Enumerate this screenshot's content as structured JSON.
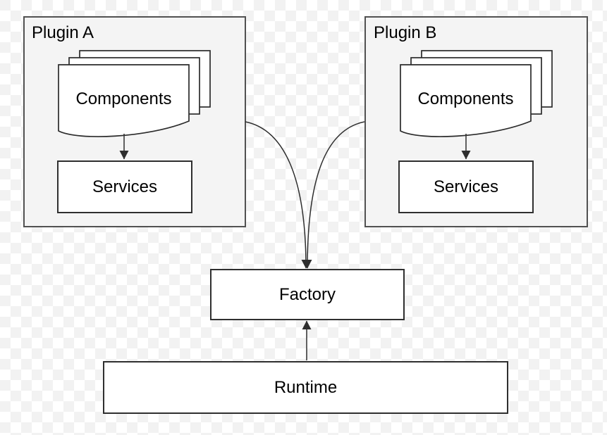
{
  "diagram": {
    "plugin_a": {
      "title": "Plugin A",
      "components_label": "Components",
      "services_label": "Services"
    },
    "plugin_b": {
      "title": "Plugin B",
      "components_label": "Components",
      "services_label": "Services"
    },
    "factory": {
      "label": "Factory"
    },
    "runtime": {
      "label": "Runtime"
    },
    "edges": [
      {
        "from": "plugin-a-components",
        "to": "plugin-a-services",
        "style": "straight-arrow"
      },
      {
        "from": "plugin-b-components",
        "to": "plugin-b-services",
        "style": "straight-arrow"
      },
      {
        "from": "plugin-a",
        "to": "factory",
        "style": "curved-arrow"
      },
      {
        "from": "plugin-b",
        "to": "factory",
        "style": "curved-arrow"
      },
      {
        "from": "runtime",
        "to": "factory",
        "style": "straight-arrow"
      }
    ],
    "colors": {
      "container_fill": "#f4f4f4",
      "container_stroke": "#515151",
      "node_fill": "#ffffff",
      "node_stroke": "#2f2f2f",
      "arrow": "#2e2e2e",
      "checker_gray": "#f2f2f2",
      "checker_white": "#ffffff",
      "text": "#000000"
    }
  }
}
